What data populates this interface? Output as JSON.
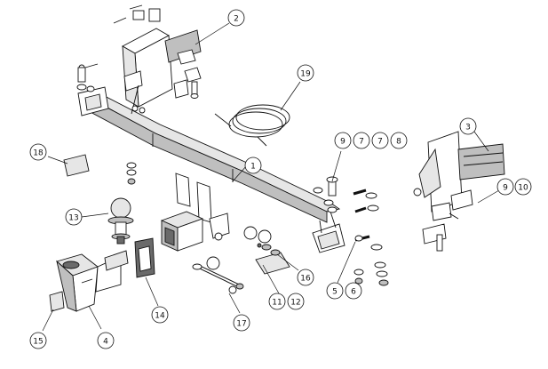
{
  "title": "Tow bar assembly exploded view",
  "callouts": {
    "c1": "1",
    "c2": "2",
    "c3": "3",
    "c4": "4",
    "c5": "5",
    "c6": "6",
    "c7a": "7",
    "c7b": "7",
    "c8": "8",
    "c9a": "9",
    "c9b": "9",
    "c10": "10",
    "c11": "11",
    "c12": "12",
    "c13": "13",
    "c14": "14",
    "c15": "15",
    "c16": "16",
    "c17": "17",
    "c18": "18",
    "c19": "19"
  }
}
